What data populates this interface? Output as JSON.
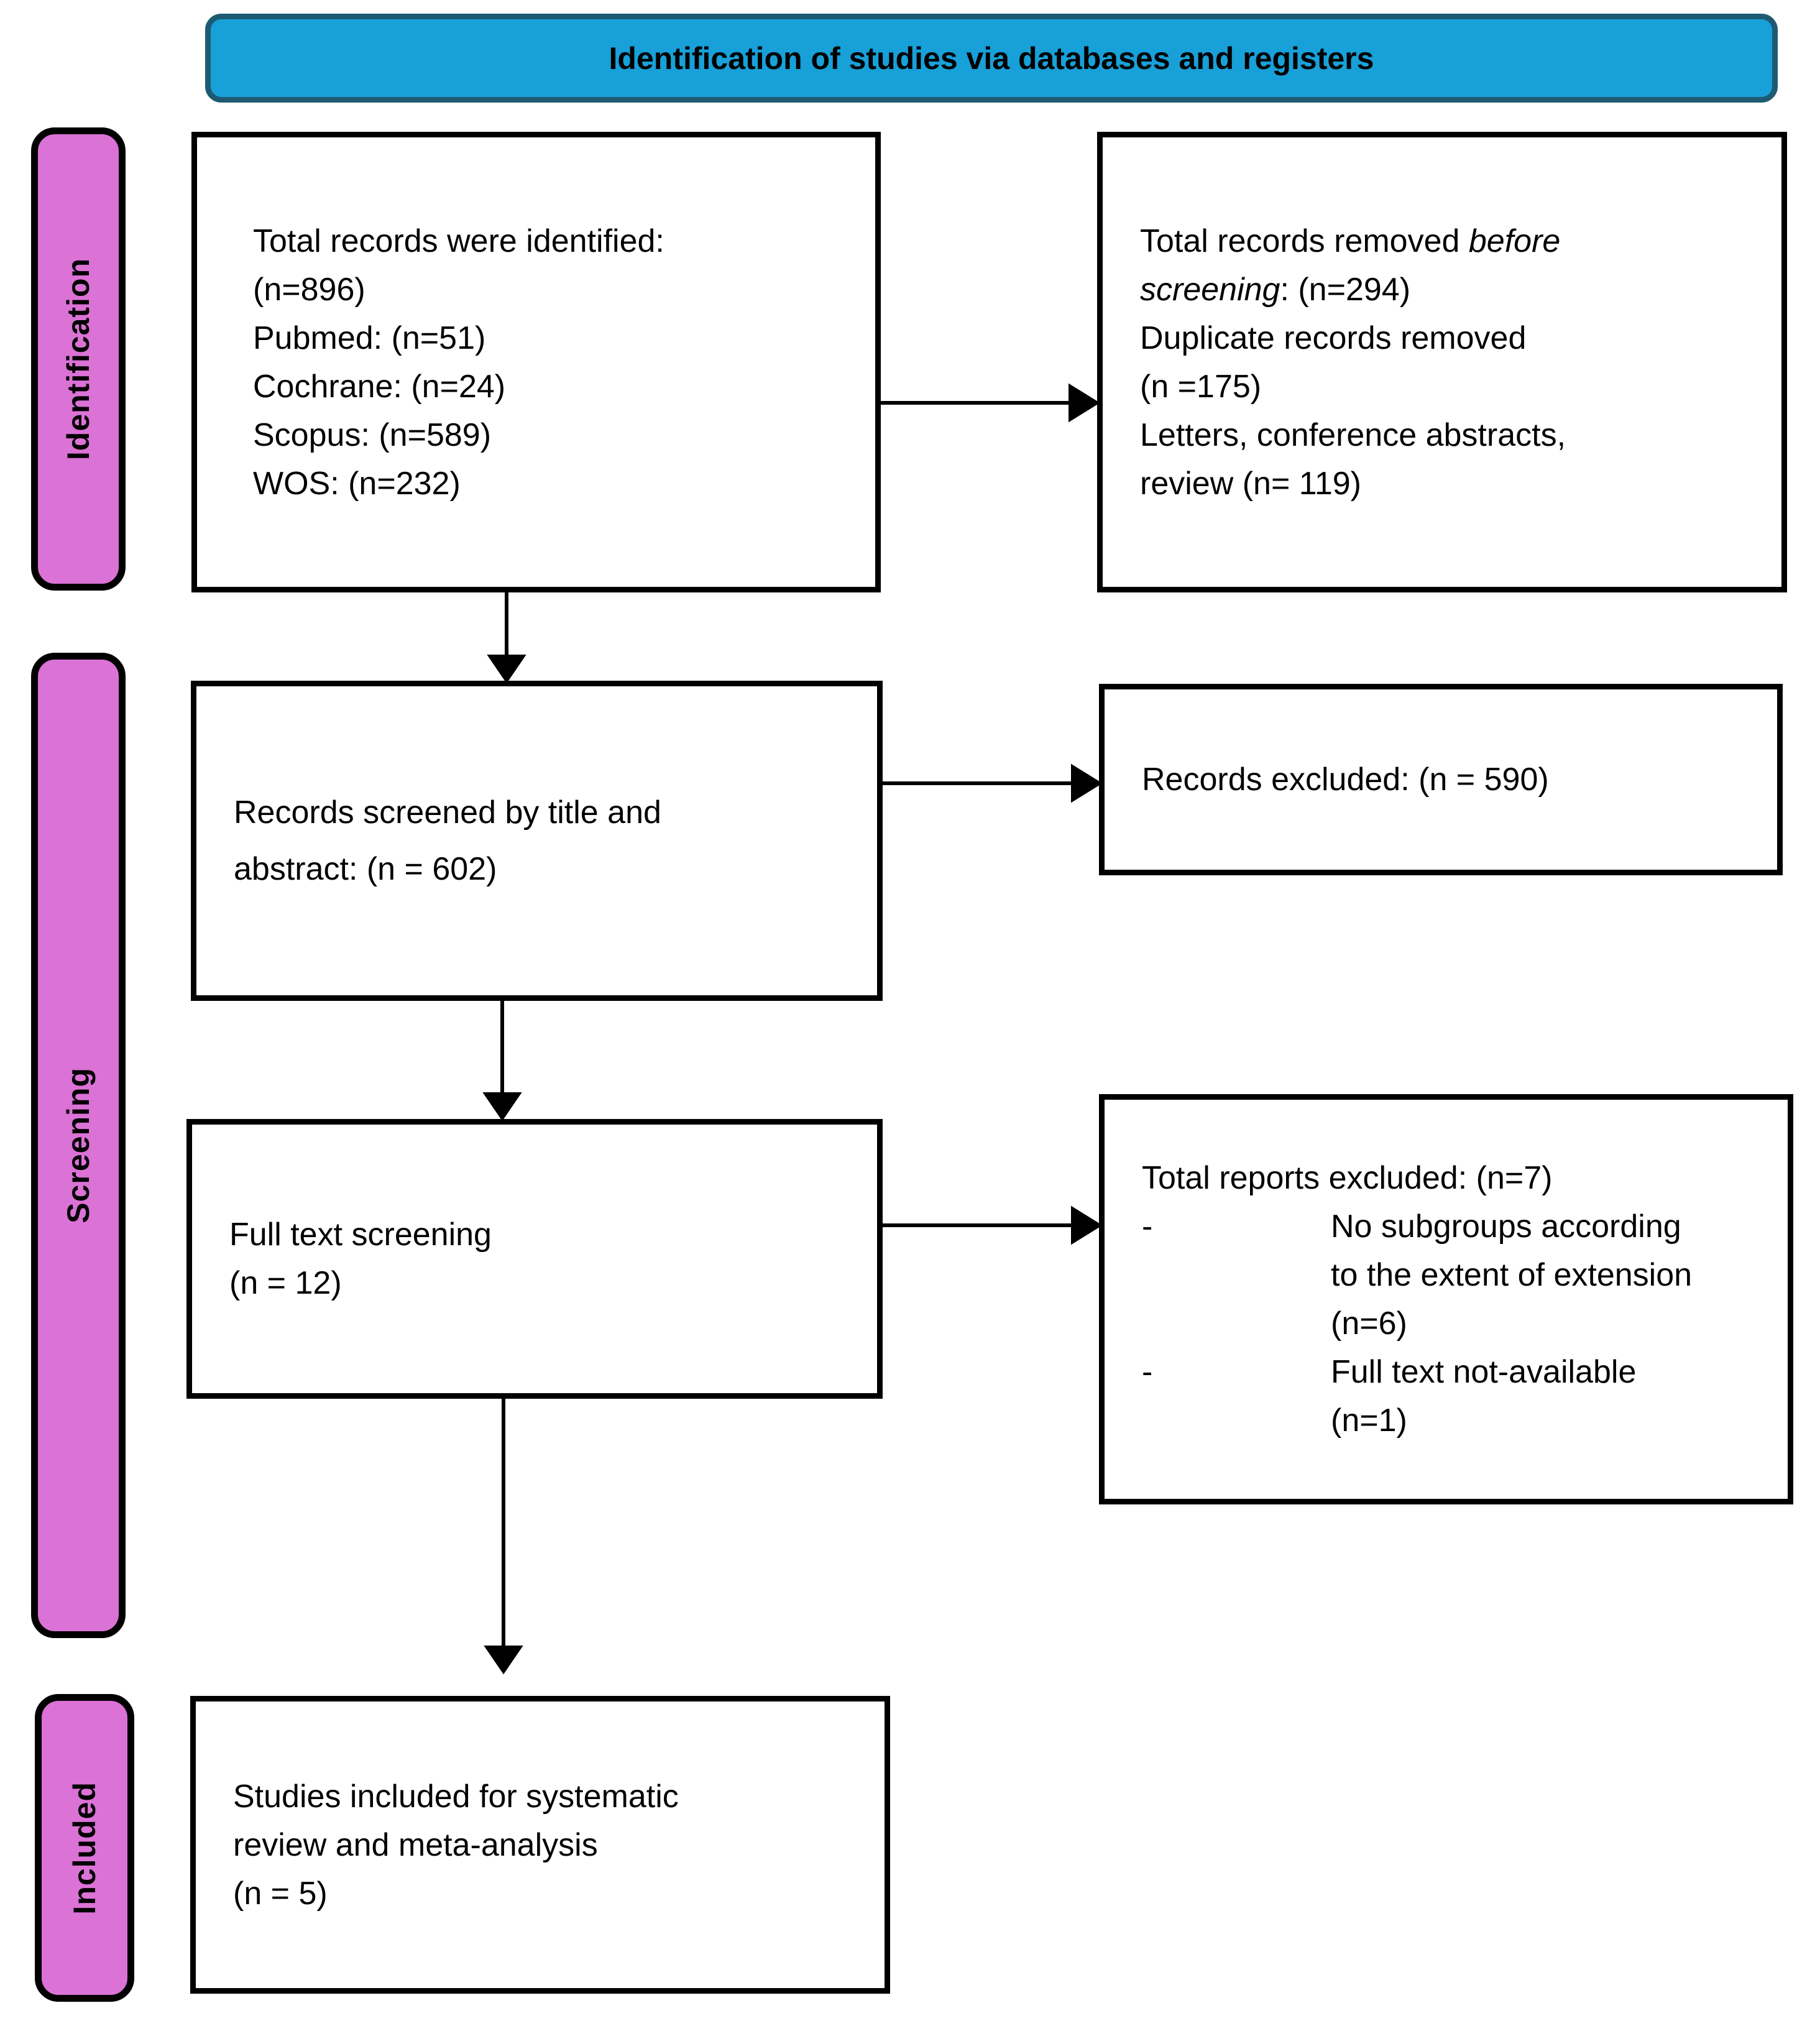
{
  "header": {
    "title": "Identification of studies via databases and registers"
  },
  "stages": [
    {
      "label": "Identification"
    },
    {
      "label": "Screening"
    },
    {
      "label": "Included"
    }
  ],
  "boxes": {
    "identified": {
      "lines": [
        "Total records were identified:",
        "(n=896)",
        "Pubmed: (n=51)",
        "Cochrane: (n=24)",
        "Scopus: (n=589)",
        "WOS: (n=232)"
      ]
    },
    "removed_before_screening": {
      "rich_lines": [
        [
          {
            "t": "Total records removed "
          },
          {
            "t": "before",
            "i": true
          }
        ],
        [
          {
            "t": "screening",
            "i": true
          },
          {
            "t": ": (n=294)"
          }
        ],
        [
          {
            "t": "Duplicate records removed"
          }
        ],
        [
          {
            "t": "(n =175)"
          }
        ],
        [
          {
            "t": "Letters, conference abstracts,"
          }
        ],
        [
          {
            "t": "review (n= 119)"
          }
        ]
      ]
    },
    "screened": {
      "lines": [
        "Records screened by title and",
        "abstract: (n = 602)"
      ]
    },
    "records_excluded": {
      "lines": [
        "Records excluded: (n = 590)"
      ]
    },
    "full_text_screening": {
      "lines": [
        "Full text screening",
        "(n = 12)"
      ]
    },
    "reports_excluded": {
      "heading": "Total reports excluded: (n=7)",
      "bullets": [
        {
          "marker": "-",
          "lines": [
            "No subgroups according",
            "to the extent of extension",
            "(n=6)"
          ]
        },
        {
          "marker": "-",
          "lines": [
            "Full text not-available",
            "(n=1)"
          ]
        }
      ]
    },
    "included_studies": {
      "lines": [
        "Studies included for systematic",
        "review and meta-analysis",
        "(n = 5)"
      ]
    }
  },
  "colors": {
    "header_fill": "#18A0D8",
    "header_border": "#1E5B73",
    "stage_fill": "#DB72D6",
    "box_border": "#000000",
    "arrow": "#000000"
  }
}
